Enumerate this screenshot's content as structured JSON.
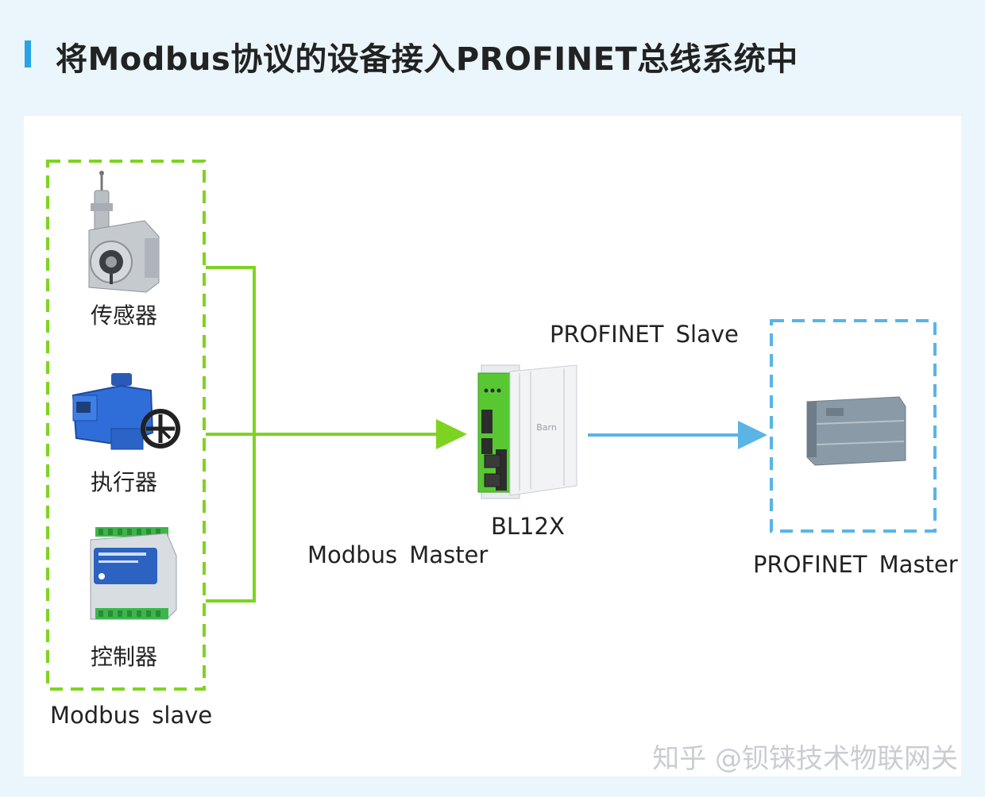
{
  "title": "将Modbus协议的设备接入PROFINET总线系统中",
  "devices": {
    "sensor": "传感器",
    "actuator": "执行器",
    "controller": "控制器"
  },
  "labels": {
    "modbus_slave": "Modbus  slave",
    "modbus_master": "Modbus  Master",
    "gateway_model": "BL12X",
    "profinet_slave": "PROFINET  Slave",
    "profinet_master": "PROFINET  Master"
  },
  "gateway_brand": "Barn",
  "watermark": "知乎 @钡铼技术物联网关",
  "colors": {
    "accent_blue": "#29a3e3",
    "modbus_green": "#7ed321",
    "profinet_blue": "#5ab4e5",
    "plc_gray": "#8a9aa6"
  }
}
